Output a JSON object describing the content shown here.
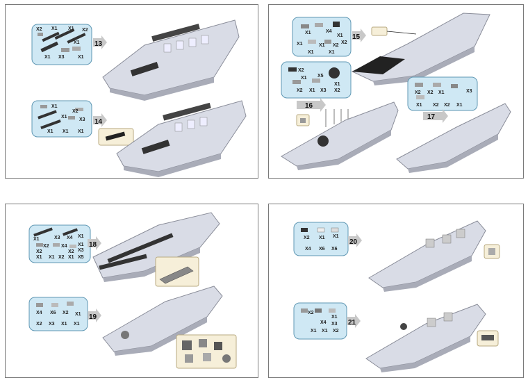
{
  "panels": [
    {
      "steps": [
        {
          "number": "13",
          "qty": [
            "X2",
            "X1",
            "X1",
            "X2",
            "X1",
            "X1",
            "X3",
            "X1"
          ]
        },
        {
          "number": "14",
          "qty": [
            "X1",
            "X2",
            "X1",
            "X3",
            "X1",
            "X1",
            "X1"
          ]
        }
      ]
    },
    {
      "steps": [
        {
          "number": "15",
          "qty": [
            "X1",
            "X4",
            "X1",
            "X1",
            "X1",
            "X2",
            "X2",
            "X1",
            "X1"
          ]
        },
        {
          "number": "16",
          "qty": [
            "X2",
            "X1",
            "X5",
            "X1",
            "X2",
            "X1",
            "X3",
            "X2"
          ]
        },
        {
          "number": "17",
          "qty": [
            "X2",
            "X2",
            "X1",
            "X3",
            "X1",
            "X2",
            "X2",
            "X1"
          ]
        }
      ]
    },
    {
      "steps": [
        {
          "number": "18",
          "qty": [
            "X1",
            "X3",
            "X4",
            "X1",
            "X2",
            "X4",
            "X1",
            "X2",
            "X2",
            "X3",
            "X1",
            "X1",
            "X2",
            "X1",
            "X5"
          ]
        },
        {
          "number": "19",
          "qty": [
            "X4",
            "X6",
            "X2",
            "X1",
            "X2",
            "X3",
            "X1",
            "X1"
          ]
        }
      ]
    },
    {
      "steps": [
        {
          "number": "20",
          "qty": [
            "X2",
            "X1",
            "X1",
            "X4",
            "X6",
            "X6"
          ]
        },
        {
          "number": "21",
          "qty": [
            "X2",
            "X1",
            "X4",
            "X3",
            "X1",
            "X1",
            "X2"
          ]
        }
      ]
    }
  ]
}
